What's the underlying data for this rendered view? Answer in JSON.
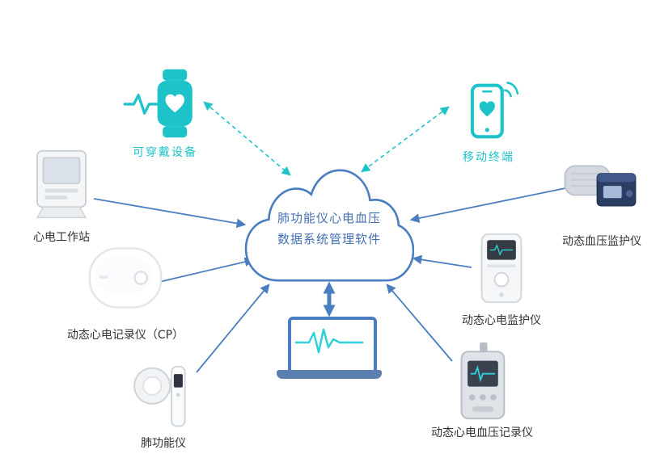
{
  "cloud": {
    "line1": "肺功能仪心电血压",
    "line2": "数据系统管理软件"
  },
  "nodes": {
    "wearable": {
      "label": "可穿戴设备",
      "icon": "smartwatch-heart-icon"
    },
    "mobile": {
      "label": "移动终端",
      "icon": "smartphone-heart-icon"
    },
    "ecg_workstation": {
      "label": "心电工作站",
      "icon": "ecg-workstation-device"
    },
    "holter_cp": {
      "label": "动态心电记录仪（CP）",
      "icon": "holter-recorder-device"
    },
    "spirometer": {
      "label": "肺功能仪",
      "icon": "spirometer-device"
    },
    "abp_monitor": {
      "label": "动态血压监护仪",
      "icon": "bp-monitor-with-cuff-device"
    },
    "ecg_monitor": {
      "label": "动态心电监护仪",
      "icon": "ecg-monitor-device"
    },
    "ecg_bp_recorder": {
      "label": "动态心电血压记录仪",
      "icon": "ecg-bp-recorder-device"
    }
  },
  "hub": {
    "icon": "laptop-ecg-icon"
  },
  "connections": [
    {
      "from": "wearable",
      "to": "cloud",
      "style": "dashed",
      "direction": "bidirectional",
      "color": "#1ec3c9"
    },
    {
      "from": "mobile",
      "to": "cloud",
      "style": "dashed",
      "direction": "bidirectional",
      "color": "#1ec3c9"
    },
    {
      "from": "ecg_workstation",
      "to": "cloud",
      "style": "solid",
      "direction": "to-cloud",
      "color": "#4a7ec0"
    },
    {
      "from": "holter_cp",
      "to": "cloud",
      "style": "solid",
      "direction": "to-cloud",
      "color": "#4a7ec0"
    },
    {
      "from": "spirometer",
      "to": "cloud",
      "style": "solid",
      "direction": "to-cloud",
      "color": "#4a7ec0"
    },
    {
      "from": "abp_monitor",
      "to": "cloud",
      "style": "solid",
      "direction": "to-cloud",
      "color": "#4a7ec0"
    },
    {
      "from": "ecg_monitor",
      "to": "cloud",
      "style": "solid",
      "direction": "to-cloud",
      "color": "#4a7ec0"
    },
    {
      "from": "ecg_bp_recorder",
      "to": "cloud",
      "style": "solid",
      "direction": "to-cloud",
      "color": "#4a7ec0"
    },
    {
      "from": "cloud",
      "to": "laptop",
      "style": "solid-thick",
      "direction": "bidirectional",
      "color": "#4a7ec0"
    }
  ],
  "colors": {
    "teal": "#1ec3c9",
    "blue": "#4a7ec0",
    "cloud_text": "#4470b3",
    "label_dark": "#333333"
  }
}
